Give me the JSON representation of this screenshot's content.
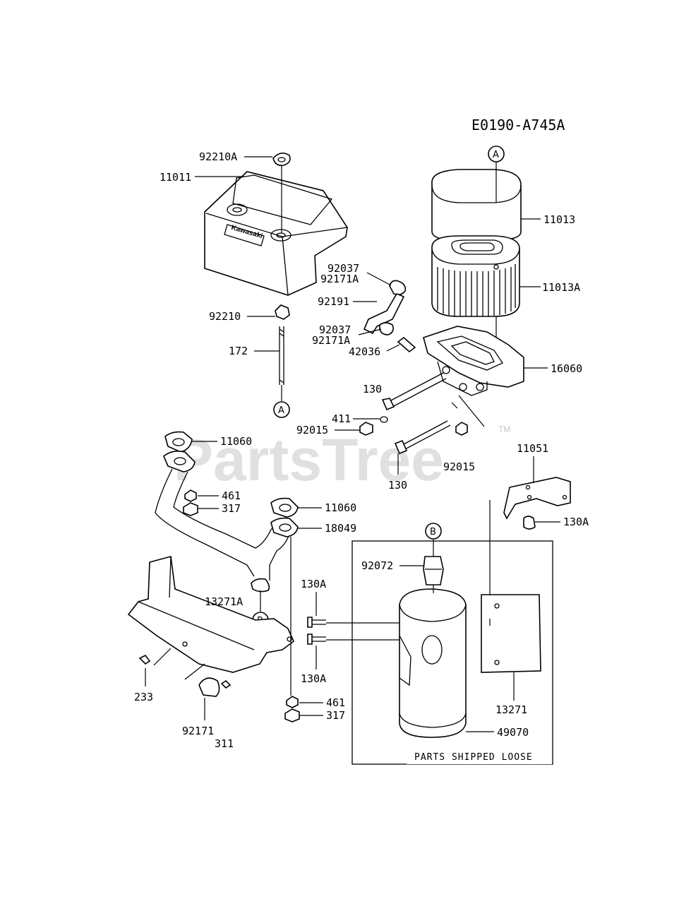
{
  "diagram_code": "E0190-A745A",
  "watermark": "PartsTree",
  "watermark_tm": "TM",
  "brand_on_cover": "Kawasaki",
  "loose_parts_note": "PARTS SHIPPED LOOSE",
  "ref_markers": {
    "a": "A",
    "b": "B"
  },
  "callouts": {
    "c92210A": "92210A",
    "c11011": "11011",
    "c92210": "92210",
    "c172": "172",
    "c11013": "11013",
    "c11013A": "11013A",
    "c92037_top": "92037",
    "c92171A_top": "92171A",
    "c92191": "92191",
    "c92037_mid": "92037",
    "c92171A_mid": "92171A",
    "c42036": "42036",
    "c16060": "16060",
    "c130_upper": "130",
    "c411": "411",
    "c92015_left": "92015",
    "c92015_right": "92015",
    "c130_lower": "130",
    "c11060_top": "11060",
    "c461_top": "461",
    "c317_top": "317",
    "c11060_right": "11060",
    "c18049": "18049",
    "c13271A": "13271A",
    "c11051": "11051",
    "c130A_right": "130A",
    "c92072": "92072",
    "c130A_upper": "130A",
    "c130A_lower": "130A",
    "c233": "233",
    "c92171": "92171",
    "c311": "311",
    "c461_bot": "461",
    "c317_bot": "317",
    "c13271": "13271",
    "c49070": "49070"
  }
}
